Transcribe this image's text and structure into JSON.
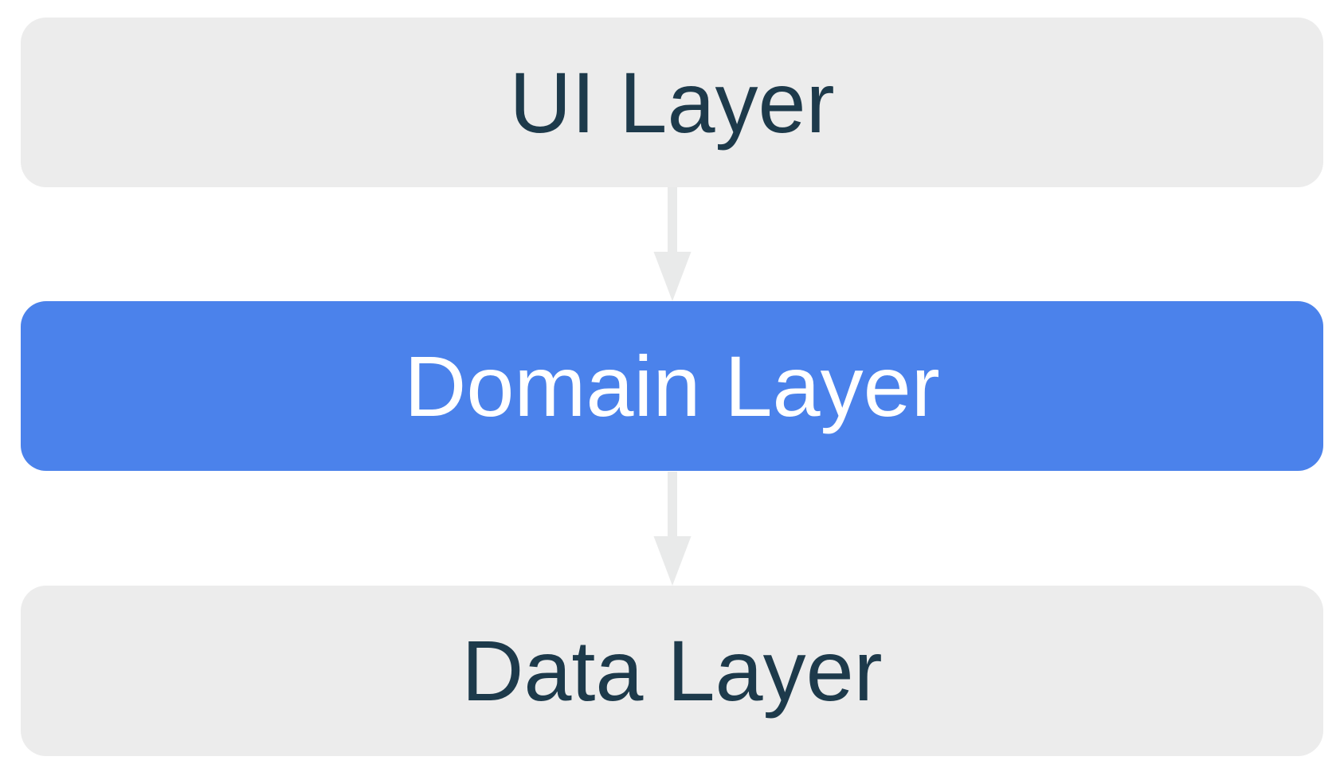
{
  "background_color": "#ffffff",
  "arrow_color": "#e9eaea",
  "layers": [
    {
      "label": "UI Layer",
      "bg_color": "#ececec",
      "text_color": "#1d3a4b"
    },
    {
      "label": "Domain Layer",
      "bg_color": "#4b82eb",
      "text_color": "#ffffff"
    },
    {
      "label": "Data Layer",
      "bg_color": "#ececec",
      "text_color": "#1d3a4b"
    }
  ]
}
